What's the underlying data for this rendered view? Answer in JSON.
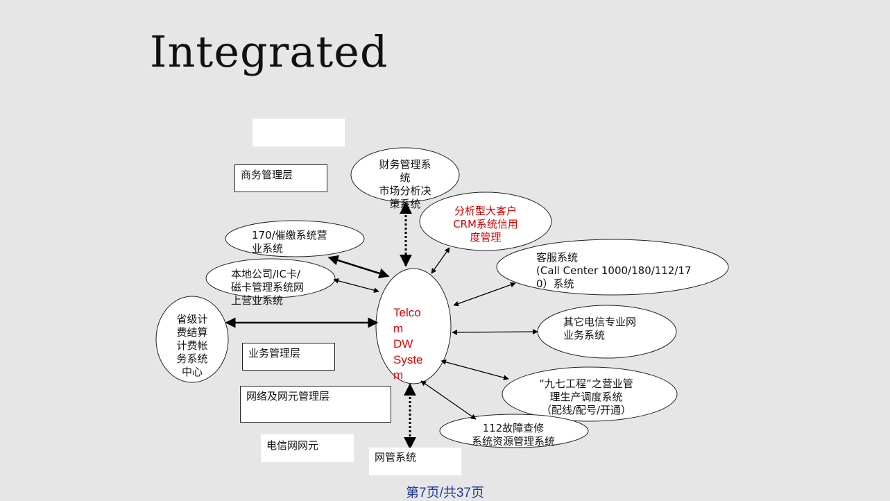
{
  "slide": {
    "title": "Integrated",
    "footer": "第7页/共37页"
  },
  "layers": {
    "business": "商务管理层",
    "operation": "业务管理层",
    "network": "网络及网元管理层",
    "telecom": "电信网网元",
    "nms": "网管系统"
  },
  "center": {
    "label": "Telco\nm\n  DW\nSyste\nm",
    "color": "#e00000"
  },
  "nodes": {
    "finance": "财务管理系\n统\n市场分析决\n策系统",
    "crm": "分析型大客户\nCRM系统信用\n度管理",
    "billing170": "170/催缴系统营\n业系统",
    "local": "本地公司/IC卡/\n磁卡管理系统网\n上营业系统",
    "province": "省级计\n费结算\n计费帐\n务系统\n中心",
    "callcenter": "客服系统\n(Call Center 1000/180/112/17\n0）系统",
    "other": "其它电信专业网\n业务系统",
    "project97": "“九七工程”之营业管\n理生产调度系统\n（配线/配号/开通）",
    "fault112": "112故障查修\n系统资源管理系统"
  }
}
